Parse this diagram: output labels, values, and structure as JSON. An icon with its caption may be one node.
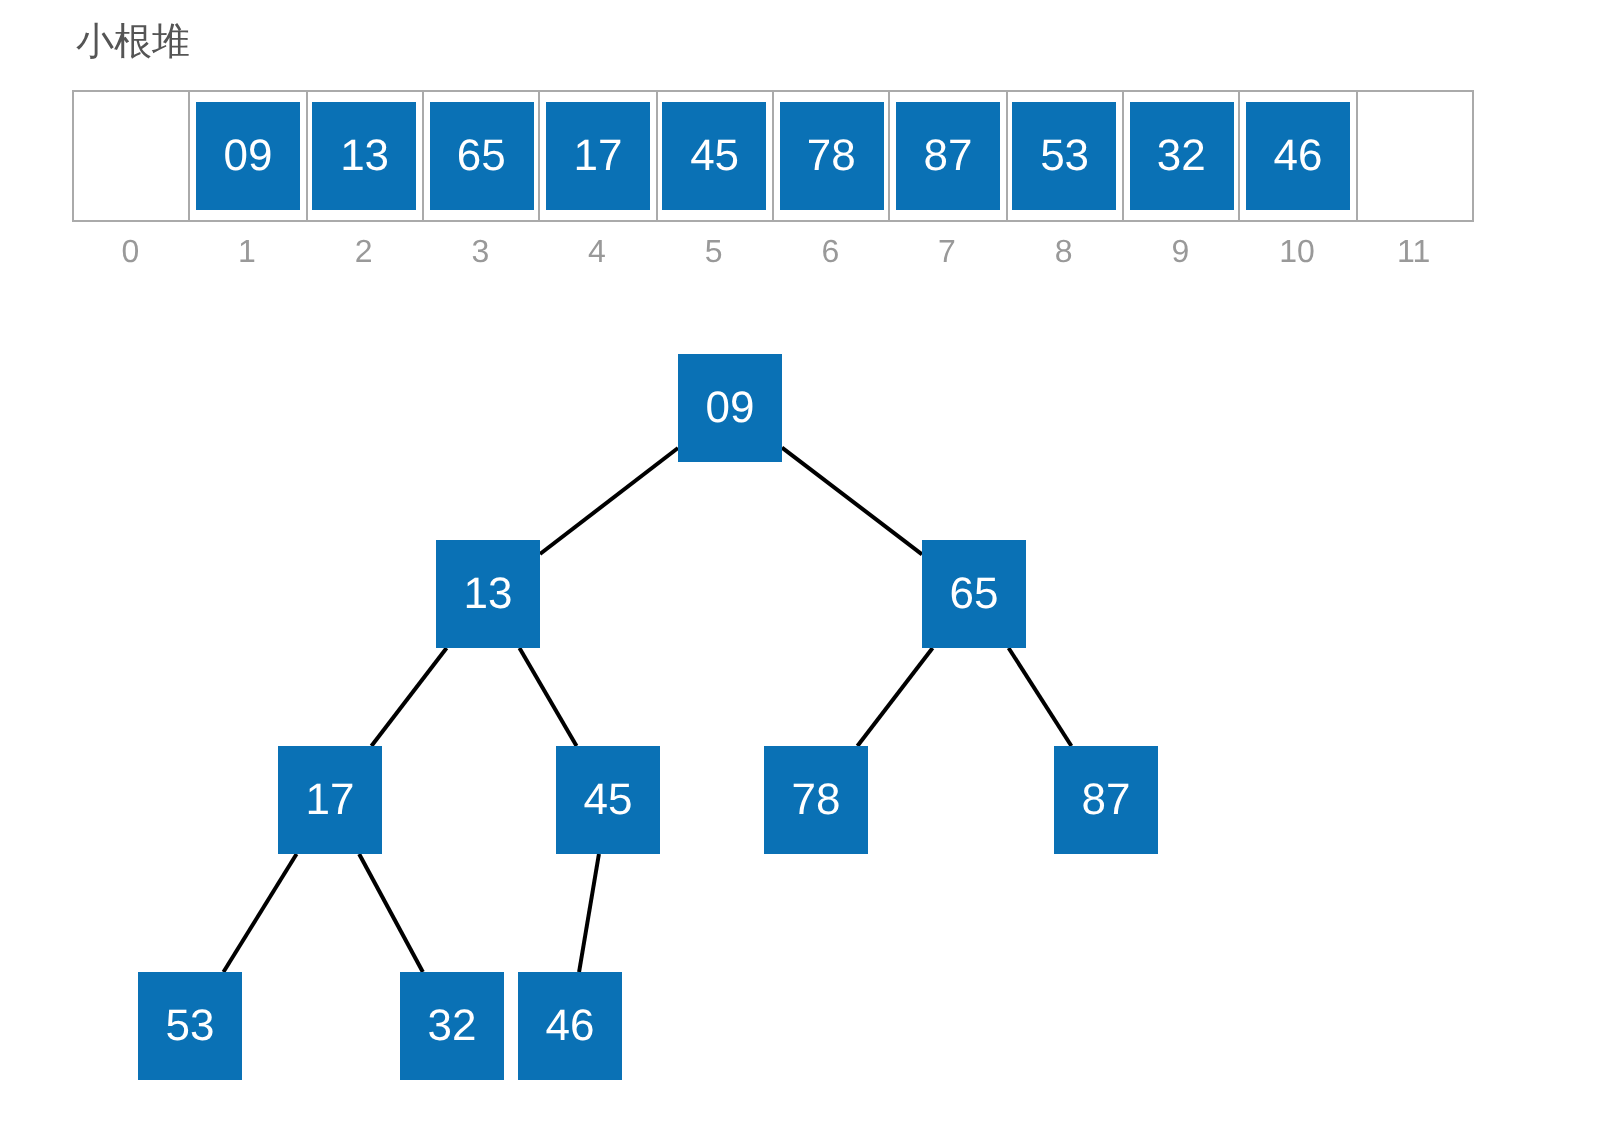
{
  "diagram": {
    "title": "小根堆",
    "nodes": [
      {
        "text": [],
        "shape": "box"
      },
      {
        "text": [
          "09"
        ]
      },
      {
        "text": [
          "13"
        ]
      },
      {
        "text": [
          "65"
        ]
      },
      {
        "text": [
          "17"
        ]
      },
      {
        "text": [
          "45"
        ]
      },
      {
        "text": [
          "78"
        ]
      },
      {
        "text": [
          "87"
        ]
      },
      {
        "text": [
          "53"
        ]
      },
      {
        "text": [
          "32"
        ]
      },
      {
        "text": [
          "46"
        ]
      },
      {
        "text": [],
        "shape": "box"
      },
      {
        "text": [
          "09"
        ]
      },
      {
        "text": [
          "13"
        ]
      },
      {
        "text": [
          "65"
        ]
      },
      {
        "text": [
          "17"
        ]
      },
      {
        "text": [
          "45"
        ]
      },
      {
        "text": [
          "78"
        ]
      },
      {
        "text": [
          "87"
        ]
      },
      {
        "text": [
          "53"
        ]
      },
      {
        "text": [
          "32"
        ]
      },
      {
        "text": [
          "46"
        ]
      }
    ],
    "edges": [
      {
        "from": 12,
        "to": 13,
        "arrow": "none"
      },
      {
        "from": 12,
        "to": 14,
        "arrow": "none"
      },
      {
        "from": 13,
        "to": 15,
        "arrow": "none"
      },
      {
        "from": 13,
        "to": 16,
        "arrow": "none"
      },
      {
        "from": 14,
        "to": 17,
        "arrow": "none"
      },
      {
        "from": 14,
        "to": 18,
        "arrow": "none"
      },
      {
        "from": 15,
        "to": 19,
        "arrow": "none"
      },
      {
        "from": 15,
        "to": 20,
        "arrow": "none"
      },
      {
        "from": 16,
        "to": 21,
        "arrow": "none"
      }
    ],
    "labels": [
      "0",
      "1",
      "2",
      "3",
      "4",
      "5",
      "6",
      "7",
      "8",
      "9",
      "10",
      "11"
    ]
  }
}
